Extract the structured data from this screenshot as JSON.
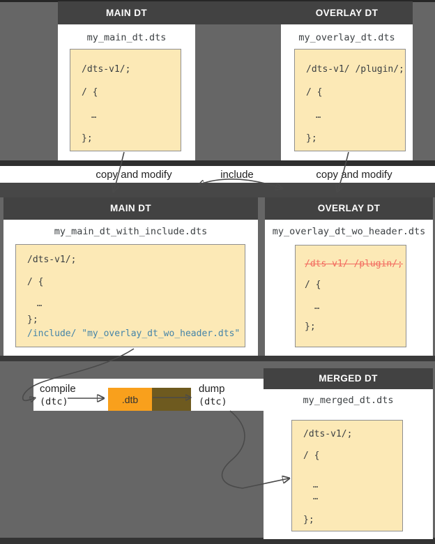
{
  "labels": {
    "copy_modify_left": "copy and modify",
    "include": "include",
    "copy_modify_right": "copy and modify",
    "compile": "compile",
    "compile_tool": "(dtc)",
    "dump": "dump",
    "dump_tool": "(dtc)",
    "dtb": ".dtb"
  },
  "colors": {
    "page_bg": "#666666",
    "header_bg": "#424242",
    "code_bg": "#fce9b6",
    "accent_orange": "#f9a01c",
    "shadow_brown": "#6e5a1f",
    "include_blue": "#4584a8",
    "removed_red": "#f2695e"
  },
  "boxes": {
    "main_top": {
      "header": "MAIN DT",
      "filename": "my_main_dt.dts",
      "code": [
        {
          "text": "/dts-v1/;",
          "style": "plain"
        },
        {
          "text": "/ {",
          "style": "plain"
        },
        {
          "text": "…",
          "style": "dots"
        },
        {
          "text": "};",
          "style": "plain"
        }
      ]
    },
    "overlay_top": {
      "header": "OVERLAY DT",
      "filename": "my_overlay_dt.dts",
      "code": [
        {
          "text": "/dts-v1/ /plugin/;",
          "style": "plain"
        },
        {
          "text": "/ {",
          "style": "plain"
        },
        {
          "text": "…",
          "style": "dots"
        },
        {
          "text": "};",
          "style": "plain"
        }
      ]
    },
    "main_include": {
      "header": "MAIN DT",
      "filename": "my_main_dt_with_include.dts",
      "code": [
        {
          "text": "/dts-v1/;",
          "style": "plain"
        },
        {
          "text": "/ {",
          "style": "plain"
        },
        {
          "text": "…",
          "style": "dots"
        },
        {
          "text": "};",
          "style": "plain"
        },
        {
          "text": "/include/ \"my_overlay_dt_wo_header.dts\"",
          "style": "include"
        }
      ]
    },
    "overlay_wo": {
      "header": "OVERLAY DT",
      "filename": "my_overlay_dt_wo_header.dts",
      "code": [
        {
          "text": "/dts-v1/ /plugin/;",
          "style": "removed"
        },
        {
          "text": "/ {",
          "style": "plain"
        },
        {
          "text": "…",
          "style": "dots"
        },
        {
          "text": "};",
          "style": "plain"
        }
      ]
    },
    "merged": {
      "header": "MERGED DT",
      "filename": "my_merged_dt.dts",
      "code": [
        {
          "text": "/dts-v1/;",
          "style": "plain"
        },
        {
          "text": "/ {",
          "style": "plain"
        },
        {
          "text": "…",
          "style": "dots"
        },
        {
          "text": "…",
          "style": "dots"
        },
        {
          "text": "};",
          "style": "plain"
        }
      ]
    }
  }
}
